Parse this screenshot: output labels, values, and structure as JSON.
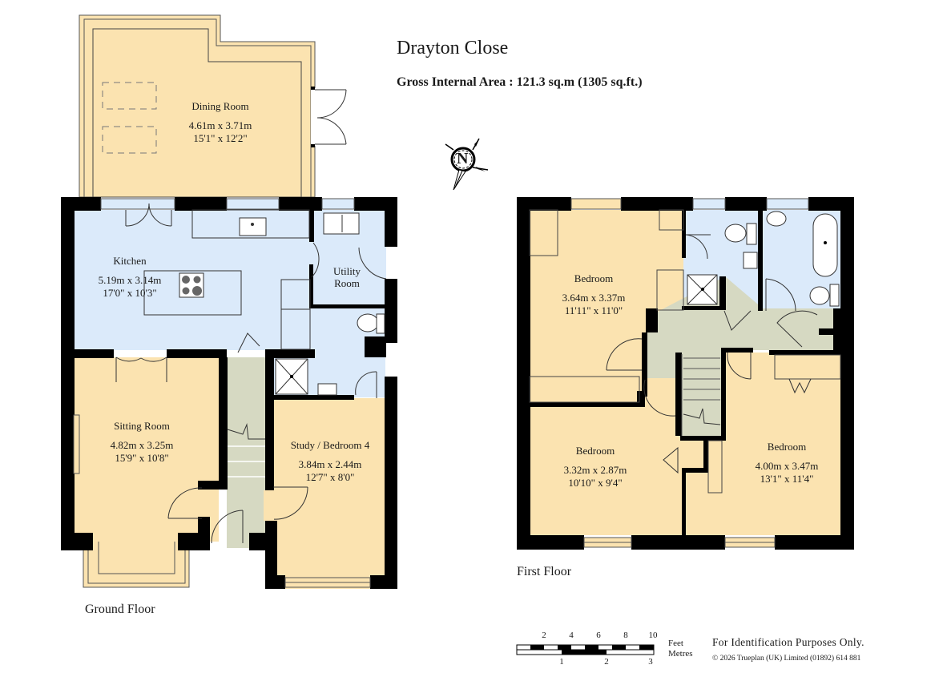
{
  "header": {
    "title": "Drayton Close",
    "gross_internal_area": "Gross Internal Area  :  121.3 sq.m   (1305 sq.ft.)"
  },
  "compass": {
    "icon": "north-compass-icon",
    "letter": "N"
  },
  "colors": {
    "wall": "#000000",
    "living": "#fbe3b0",
    "wet": "#dbeafa",
    "circulation": "#d6d9c2",
    "line": "#333333"
  },
  "ground_floor": {
    "label": "Ground Floor",
    "rooms": [
      {
        "name": "Dining Room",
        "metric": "4.61m  x  3.71m",
        "imperial": "15'1\"  x  12'2\""
      },
      {
        "name": "Kitchen",
        "metric": "5.19m  x  3.14m",
        "imperial": "17'0\"  x  10'3\""
      },
      {
        "name": "Utility Room",
        "metric": "",
        "imperial": ""
      },
      {
        "name": "Sitting Room",
        "metric": "4.82m  x  3.25m",
        "imperial": "15'9\"  x  10'8\""
      },
      {
        "name": "Study / Bedroom 4",
        "metric": "3.84m  x  2.44m",
        "imperial": "12'7\"  x  8'0\""
      }
    ]
  },
  "first_floor": {
    "label": "First Floor",
    "rooms": [
      {
        "name": "Bedroom",
        "metric": "3.64m  x  3.37m",
        "imperial": "11'11\"  x  11'0\""
      },
      {
        "name": "Bedroom",
        "metric": "3.32m  x  2.87m",
        "imperial": "10'10\"  x  9'4\""
      },
      {
        "name": "Bedroom",
        "metric": "4.00m  x  3.47m",
        "imperial": "13'1\"  x  11'4\""
      }
    ]
  },
  "scale_bar": {
    "feet_ticks": [
      "2",
      "4",
      "6",
      "8",
      "10"
    ],
    "metre_ticks": [
      "1",
      "2",
      "3"
    ],
    "feet_label": "Feet",
    "metres_label": "Metres"
  },
  "footer": {
    "disclaimer": "For Identification Purposes Only.",
    "copyright": "©  2026 Trueplan (UK) Limited  (01892) 614 881"
  }
}
